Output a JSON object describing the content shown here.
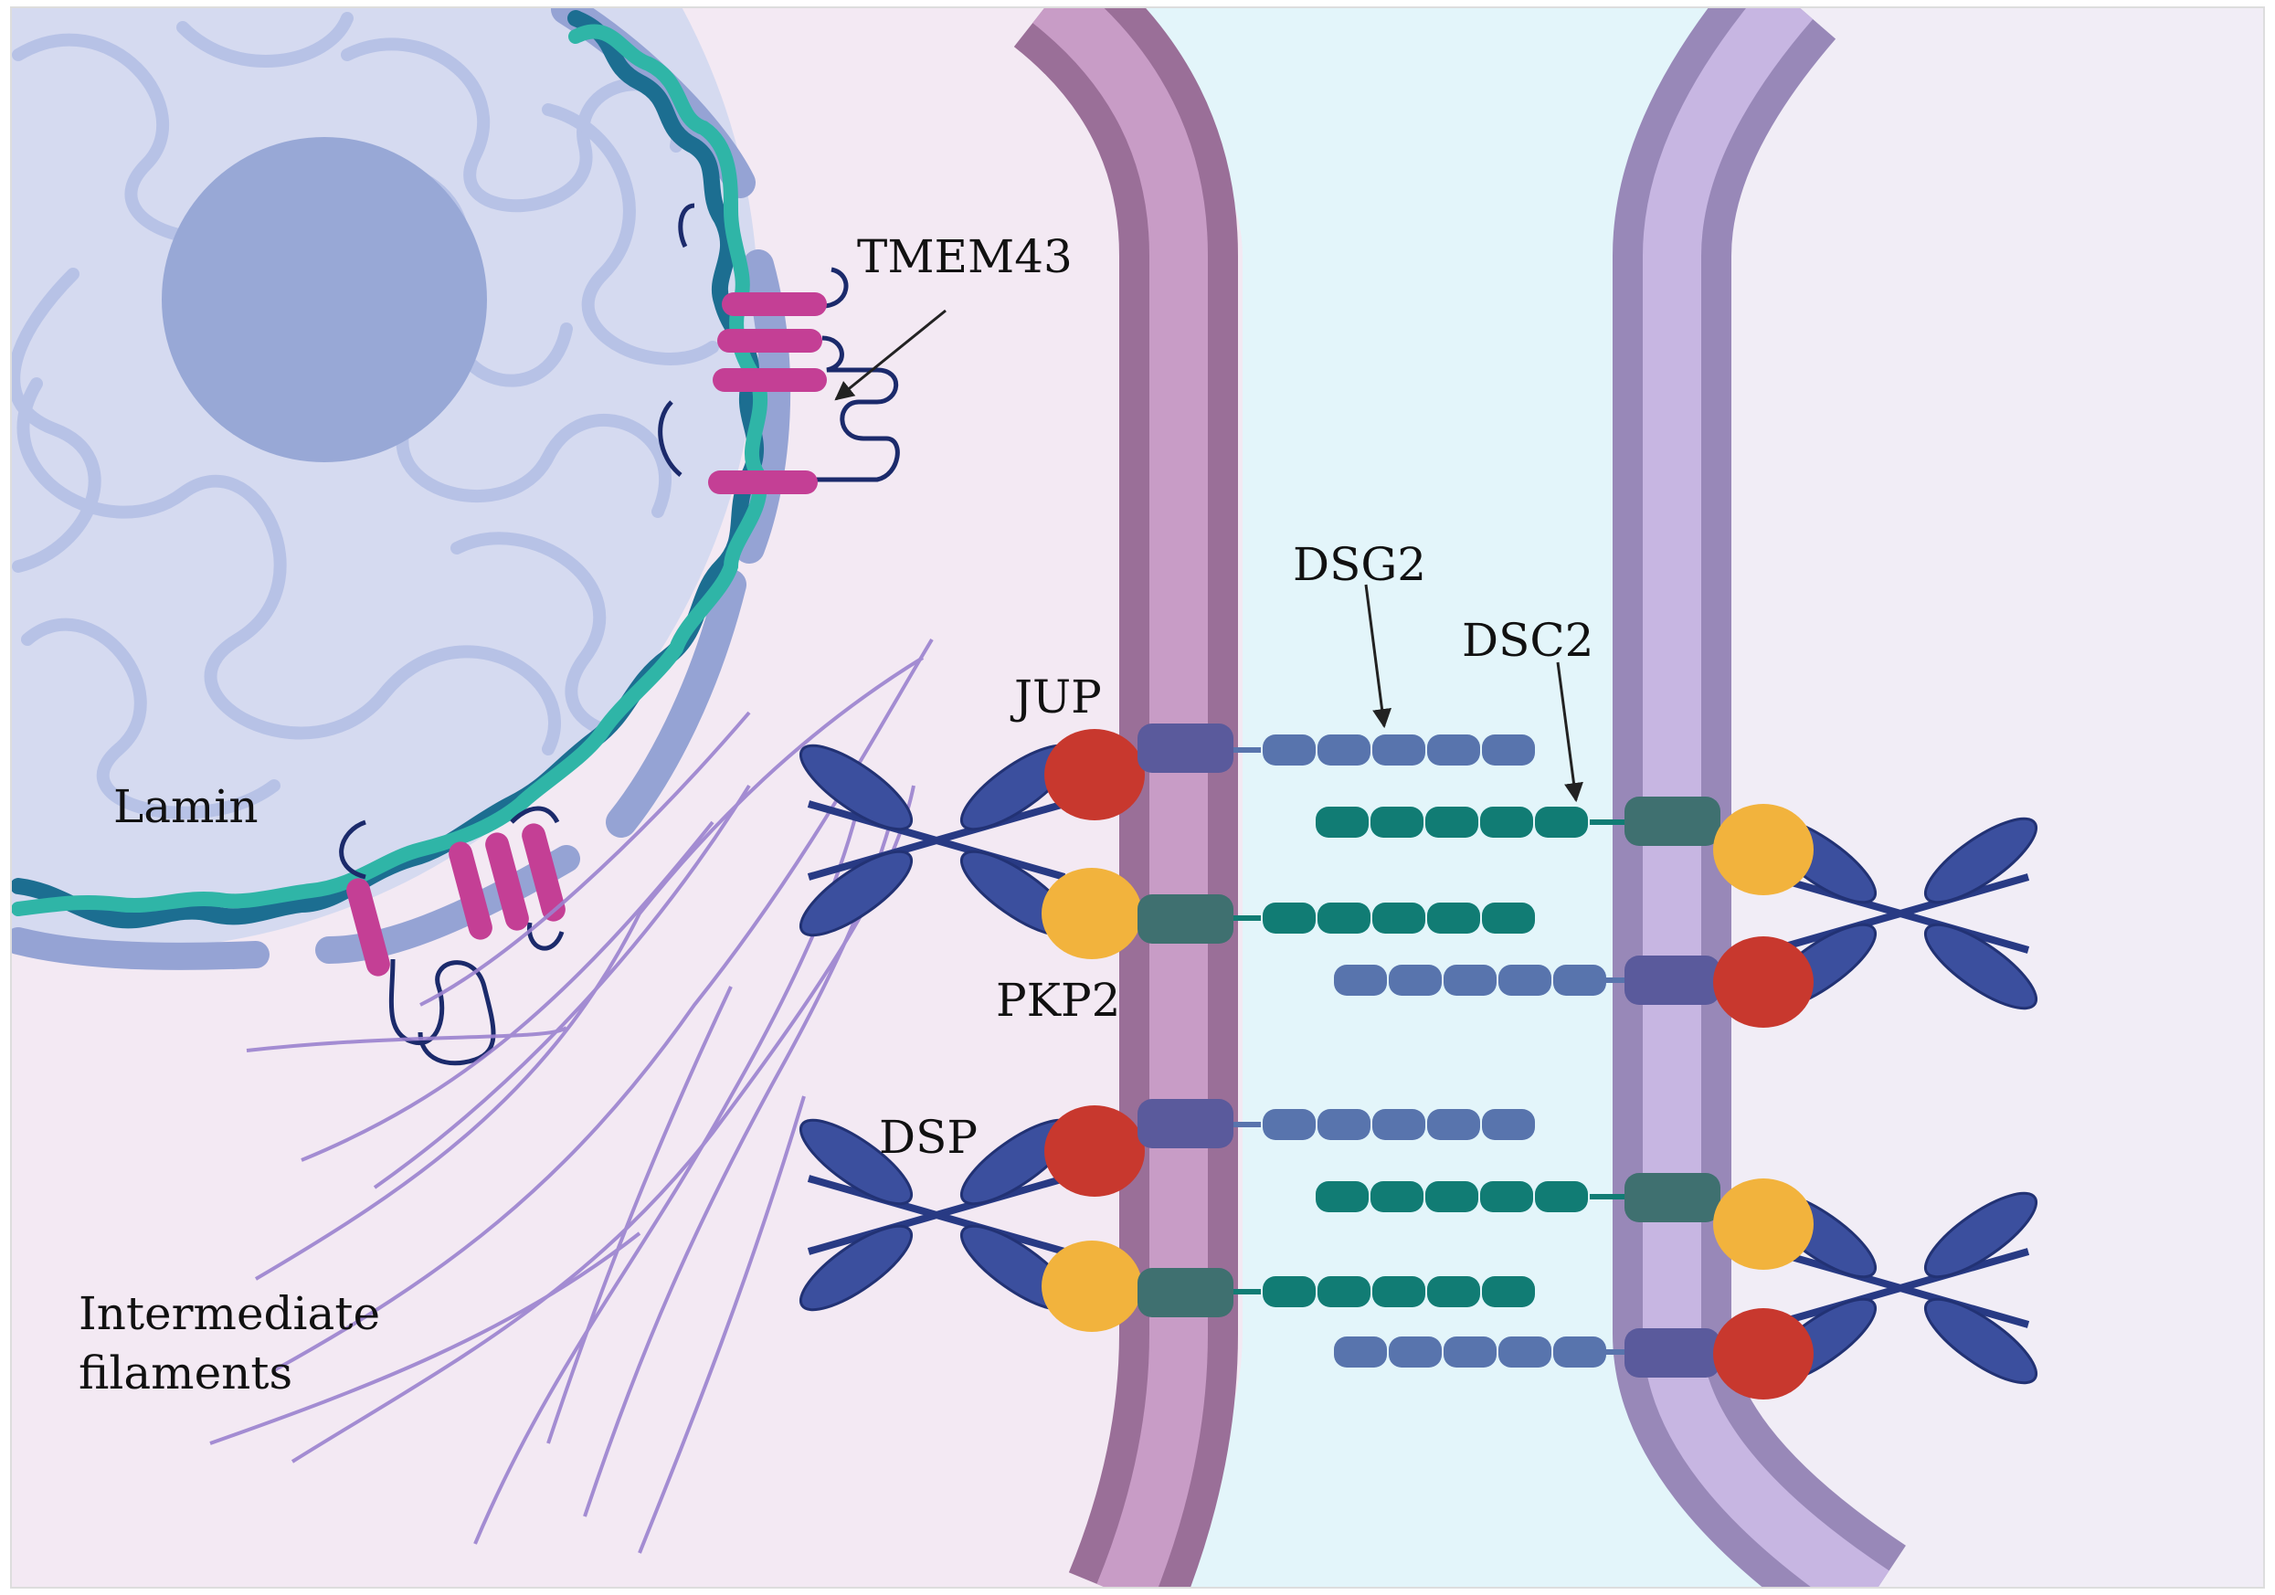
{
  "labels": {
    "tmem43": "TMEM43",
    "lamin": "Lamin",
    "jup": "JUP",
    "pkp2": "PKP2",
    "dsp": "DSP",
    "dsg2": "DSG2",
    "dsc2": "DSC2",
    "filaments_line1": "Intermediate",
    "filaments_line2": "filaments"
  },
  "colors": {
    "cytoplasm": "#f3e9f3",
    "right_cytoplasm": "#f1edf6",
    "intercellular_space": "#e3f5fa",
    "left_membrane_outer": "#9a6f98",
    "left_membrane_inner": "#c89cc6",
    "right_membrane_outer": "#9888b8",
    "right_membrane_inner": "#c7b6e2",
    "nucleus": "#d5daf0",
    "nucleolus": "#98a8d6",
    "nuclear_envelope": "#95a3d4",
    "chromatin": "#b7c2e6",
    "lamin_dark": "#1c6e91",
    "lamin_light": "#2fb5a7",
    "tmem43": "#c43f95",
    "jup": "#c8382e",
    "pkp2": "#f2b33d",
    "dsp": "#3b4f9e",
    "dsg2": "#5874ad",
    "dsc2": "#117c74",
    "anchor_dsg": "#5a5a9c",
    "anchor_dsc": "#3f7070",
    "filaments": "#9b82cf"
  }
}
